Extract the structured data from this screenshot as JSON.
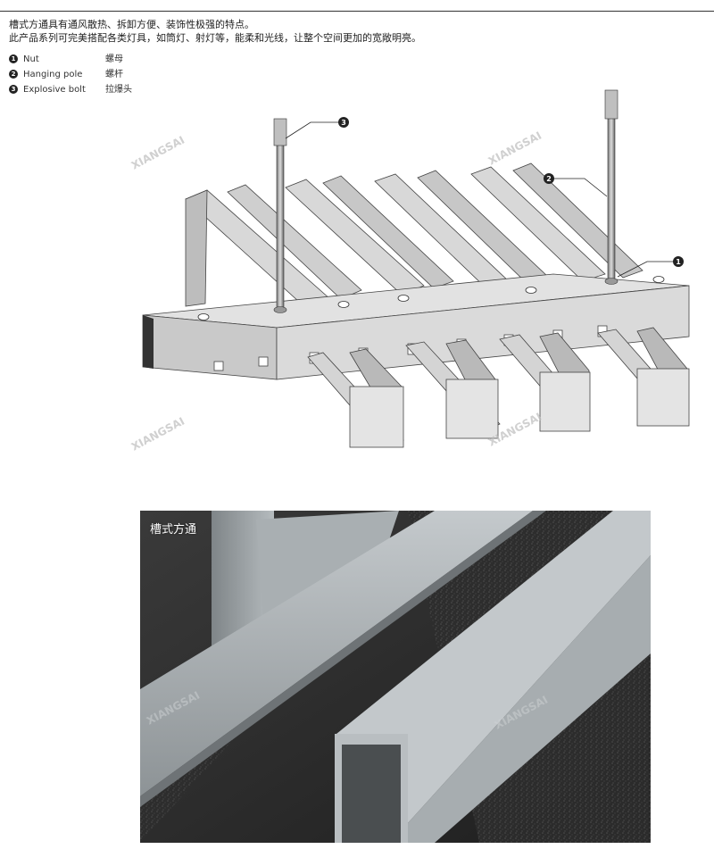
{
  "intro": {
    "line1": "槽式方通具有通风散热、拆卸方便、装饰性极强的特点。",
    "line2": "此产品系列可完美搭配各类灯具，如筒灯、射灯等，能柔和光线，让整个空间更加的宽敞明亮。"
  },
  "legend": [
    {
      "num": "1",
      "en": "Nut",
      "cn": "螺母"
    },
    {
      "num": "2",
      "en": "Hanging pole",
      "cn": "螺杆"
    },
    {
      "num": "3",
      "en": "Explosive bolt",
      "cn": "拉爆头"
    }
  ],
  "diagram": {
    "callouts": [
      "1",
      "2",
      "3"
    ],
    "watermark": "XIANGSAI"
  },
  "photo": {
    "caption": "槽式方通",
    "watermark": "XIANGSAI"
  },
  "colors": {
    "panel": "#d6d6d6",
    "panel_shadow": "#a9a9a9",
    "background_photo": "#2b2b2b"
  }
}
